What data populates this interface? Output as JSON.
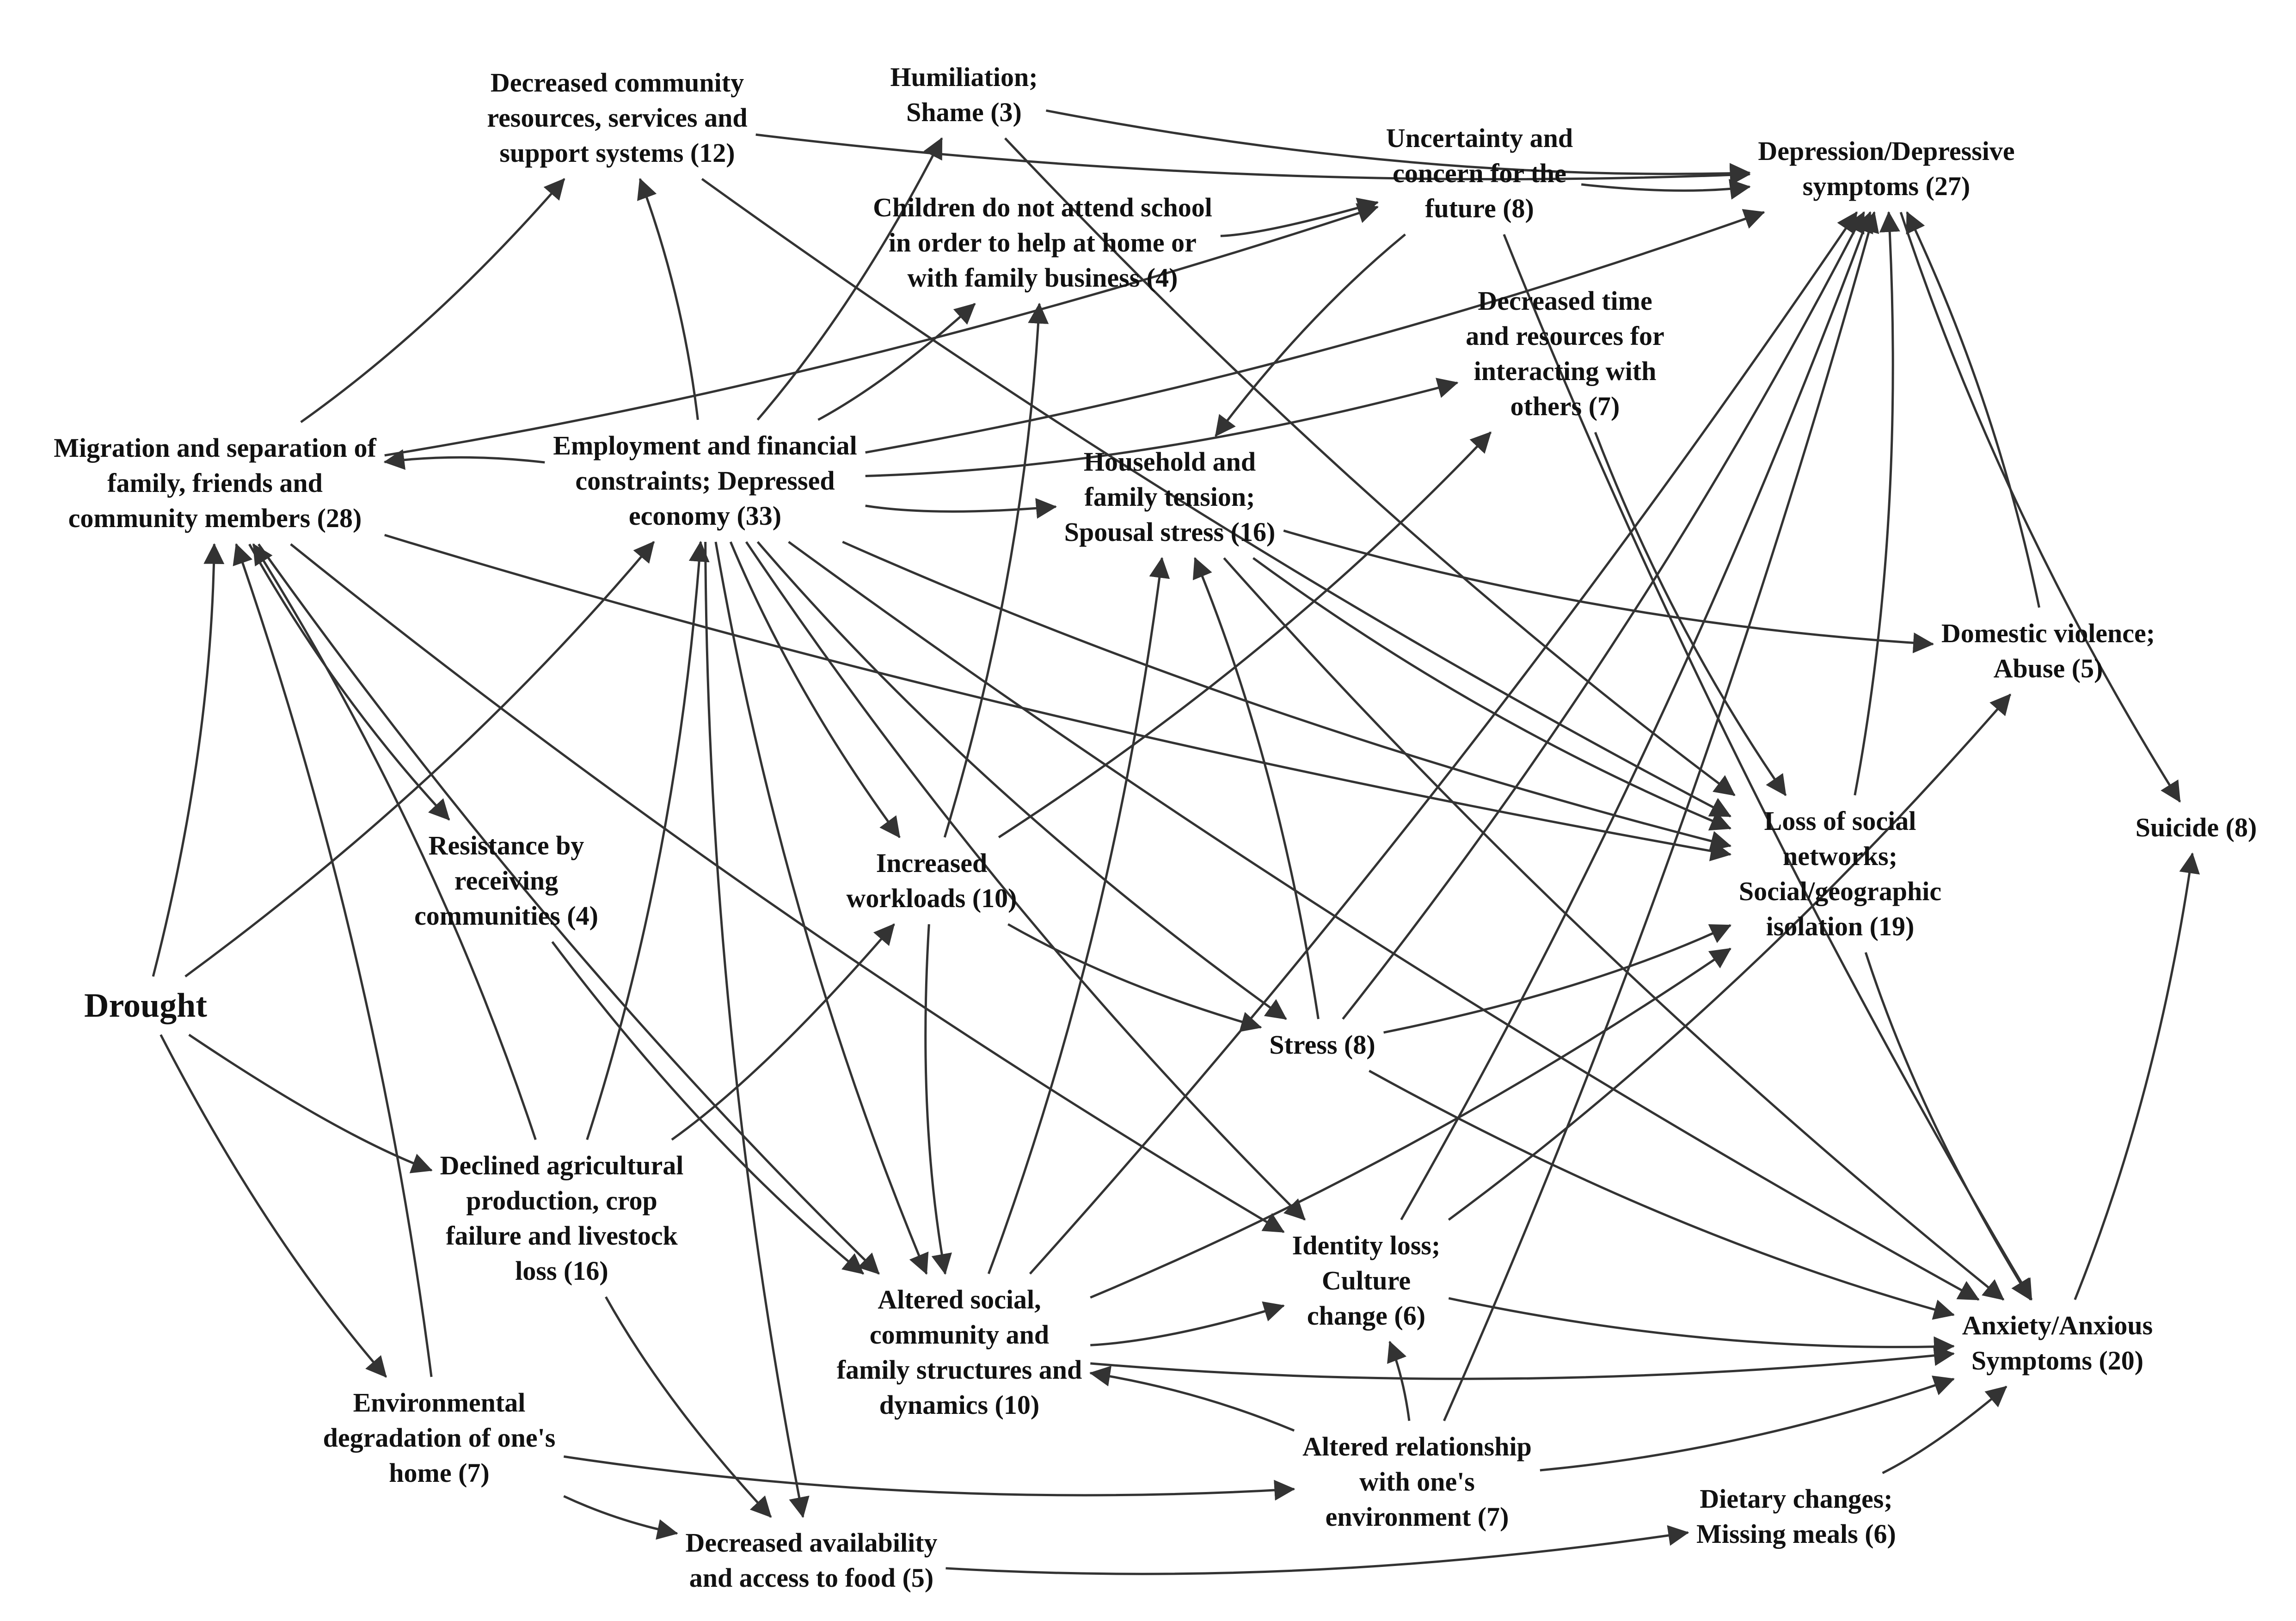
{
  "colors": {
    "edge": "#333333",
    "text": "#111111",
    "background": "#ffffff"
  },
  "nodes": {
    "drought": {
      "lines": [
        "Drought"
      ]
    },
    "migration": {
      "lines": [
        "Migration and separation of",
        "family, friends and",
        "community members (28)"
      ]
    },
    "employment": {
      "lines": [
        "Employment and financial",
        "constraints; Depressed",
        "economy (33)"
      ]
    },
    "community_resources": {
      "lines": [
        "Decreased community",
        "resources, services and",
        "support systems (12)"
      ]
    },
    "humiliation": {
      "lines": [
        "Humiliation;",
        "Shame (3)"
      ]
    },
    "children_school": {
      "lines": [
        "Children do not attend school",
        "in order to help at home or",
        "with family business (4)"
      ]
    },
    "uncertainty": {
      "lines": [
        "Uncertainty and",
        "concern for the",
        "future (8)"
      ]
    },
    "depression": {
      "lines": [
        "Depression/Depressive",
        "symptoms (27)"
      ]
    },
    "decreased_time": {
      "lines": [
        "Decreased time",
        "and resources for",
        "interacting with",
        "others (7)"
      ]
    },
    "household": {
      "lines": [
        "Household and",
        "family tension;",
        "Spousal stress (16)"
      ]
    },
    "domestic_violence": {
      "lines": [
        "Domestic violence;",
        "Abuse (5)"
      ]
    },
    "social_networks": {
      "lines": [
        "Loss of social",
        "networks;",
        "Social/geographic",
        "isolation (19)"
      ]
    },
    "suicide": {
      "lines": [
        "Suicide (8)"
      ]
    },
    "resistance": {
      "lines": [
        "Resistance by",
        "receiving",
        "communities (4)"
      ]
    },
    "workloads": {
      "lines": [
        "Increased",
        "workloads (10)"
      ]
    },
    "stress": {
      "lines": [
        "Stress (8)"
      ]
    },
    "agricultural": {
      "lines": [
        "Declined agricultural",
        "production, crop",
        "failure and livestock",
        "loss (16)"
      ]
    },
    "identity": {
      "lines": [
        "Identity loss;",
        "Culture",
        "change (6)"
      ]
    },
    "altered_social": {
      "lines": [
        "Altered social,",
        "community and",
        "family structures and",
        "dynamics (10)"
      ]
    },
    "anxiety": {
      "lines": [
        "Anxiety/Anxious",
        "Symptoms (20)"
      ]
    },
    "environmental": {
      "lines": [
        "Environmental",
        "degradation of one's",
        "home (7)"
      ]
    },
    "altered_relationship": {
      "lines": [
        "Altered relationship",
        "with one's",
        "environment (7)"
      ]
    },
    "dietary": {
      "lines": [
        "Dietary changes;",
        "Missing meals (6)"
      ]
    },
    "food_access": {
      "lines": [
        "Decreased availability",
        "and access to food (5)"
      ]
    }
  },
  "edges": [
    [
      "drought",
      "migration"
    ],
    [
      "drought",
      "employment"
    ],
    [
      "drought",
      "agricultural"
    ],
    [
      "drought",
      "environmental"
    ],
    [
      "migration",
      "community_resources"
    ],
    [
      "migration",
      "uncertainty"
    ],
    [
      "migration",
      "resistance"
    ],
    [
      "migration",
      "altered_social"
    ],
    [
      "migration",
      "identity"
    ],
    [
      "migration",
      "social_networks"
    ],
    [
      "employment",
      "migration"
    ],
    [
      "employment",
      "community_resources"
    ],
    [
      "employment",
      "humiliation"
    ],
    [
      "employment",
      "children_school"
    ],
    [
      "employment",
      "decreased_time"
    ],
    [
      "employment",
      "depression"
    ],
    [
      "employment",
      "household"
    ],
    [
      "employment",
      "workloads"
    ],
    [
      "employment",
      "stress"
    ],
    [
      "employment",
      "altered_social"
    ],
    [
      "employment",
      "food_access"
    ],
    [
      "employment",
      "identity"
    ],
    [
      "employment",
      "social_networks"
    ],
    [
      "employment",
      "anxiety"
    ],
    [
      "community_resources",
      "depression"
    ],
    [
      "community_resources",
      "social_networks"
    ],
    [
      "humiliation",
      "depression"
    ],
    [
      "humiliation",
      "social_networks"
    ],
    [
      "children_school",
      "uncertainty"
    ],
    [
      "uncertainty",
      "depression"
    ],
    [
      "uncertainty",
      "household"
    ],
    [
      "uncertainty",
      "anxiety"
    ],
    [
      "decreased_time",
      "social_networks"
    ],
    [
      "household",
      "domestic_violence"
    ],
    [
      "household",
      "social_networks"
    ],
    [
      "household",
      "anxiety"
    ],
    [
      "domestic_violence",
      "depression"
    ],
    [
      "social_networks",
      "depression"
    ],
    [
      "social_networks",
      "anxiety"
    ],
    [
      "depression",
      "suicide"
    ],
    [
      "anxiety",
      "suicide"
    ],
    [
      "resistance",
      "altered_social"
    ],
    [
      "workloads",
      "children_school"
    ],
    [
      "workloads",
      "altered_social"
    ],
    [
      "workloads",
      "stress"
    ],
    [
      "workloads",
      "decreased_time"
    ],
    [
      "stress",
      "household"
    ],
    [
      "stress",
      "depression"
    ],
    [
      "stress",
      "social_networks"
    ],
    [
      "stress",
      "anxiety"
    ],
    [
      "agricultural",
      "migration"
    ],
    [
      "agricultural",
      "employment"
    ],
    [
      "agricultural",
      "workloads"
    ],
    [
      "agricultural",
      "food_access"
    ],
    [
      "environmental",
      "migration"
    ],
    [
      "environmental",
      "altered_relationship"
    ],
    [
      "environmental",
      "food_access"
    ],
    [
      "altered_social",
      "household"
    ],
    [
      "altered_social",
      "depression"
    ],
    [
      "altered_social",
      "identity"
    ],
    [
      "altered_social",
      "anxiety"
    ],
    [
      "altered_social",
      "social_networks"
    ],
    [
      "identity",
      "depression"
    ],
    [
      "identity",
      "domestic_violence"
    ],
    [
      "identity",
      "anxiety"
    ],
    [
      "altered_relationship",
      "altered_social"
    ],
    [
      "altered_relationship",
      "identity"
    ],
    [
      "altered_relationship",
      "anxiety"
    ],
    [
      "altered_relationship",
      "depression"
    ],
    [
      "food_access",
      "dietary"
    ],
    [
      "dietary",
      "anxiety"
    ]
  ]
}
